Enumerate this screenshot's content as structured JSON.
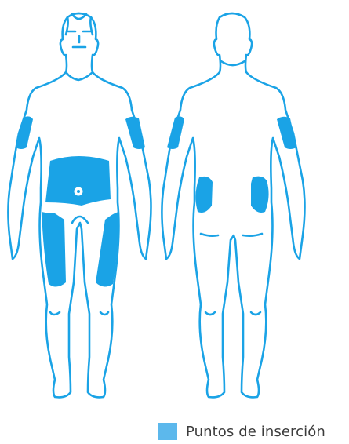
{
  "legend": {
    "label": "Puntos de inserción"
  },
  "colors": {
    "outline": "#1aa3e6",
    "zone": "#1aa3e6",
    "swatch": "#5cb8ec"
  },
  "figures": [
    {
      "view": "front",
      "insertion_zones": [
        "left-upper-arm",
        "right-upper-arm",
        "abdomen",
        "left-thigh",
        "right-thigh"
      ]
    },
    {
      "view": "back",
      "insertion_zones": [
        "left-upper-arm",
        "right-upper-arm",
        "left-upper-buttock",
        "right-upper-buttock"
      ]
    }
  ]
}
